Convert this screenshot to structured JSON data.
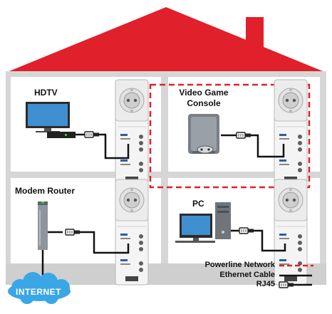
{
  "colors": {
    "roof": "#e0202a",
    "wall": "#d9d9d9",
    "room": "#ffffff",
    "powerline": "#e0202a",
    "ethernet": "#111111",
    "cloud": "#3aa6e6"
  },
  "rooms": {
    "top_left": {
      "label": "HDTV"
    },
    "top_right": {
      "label": "Video Game Console"
    },
    "bottom_left": {
      "label": "Modem Router"
    },
    "bottom_right": {
      "label": "PC"
    }
  },
  "internet": {
    "label": "INTERNET"
  },
  "legend": {
    "powerline": "Powerline Network",
    "ethernet": "Ethernet Cable",
    "rj45": "RJ45"
  },
  "icons": [
    "hdtv-icon",
    "game-console-icon",
    "modem-router-icon",
    "pc-icon",
    "powerline-adapter-icon",
    "rj45-connector-icon",
    "cloud-icon"
  ]
}
